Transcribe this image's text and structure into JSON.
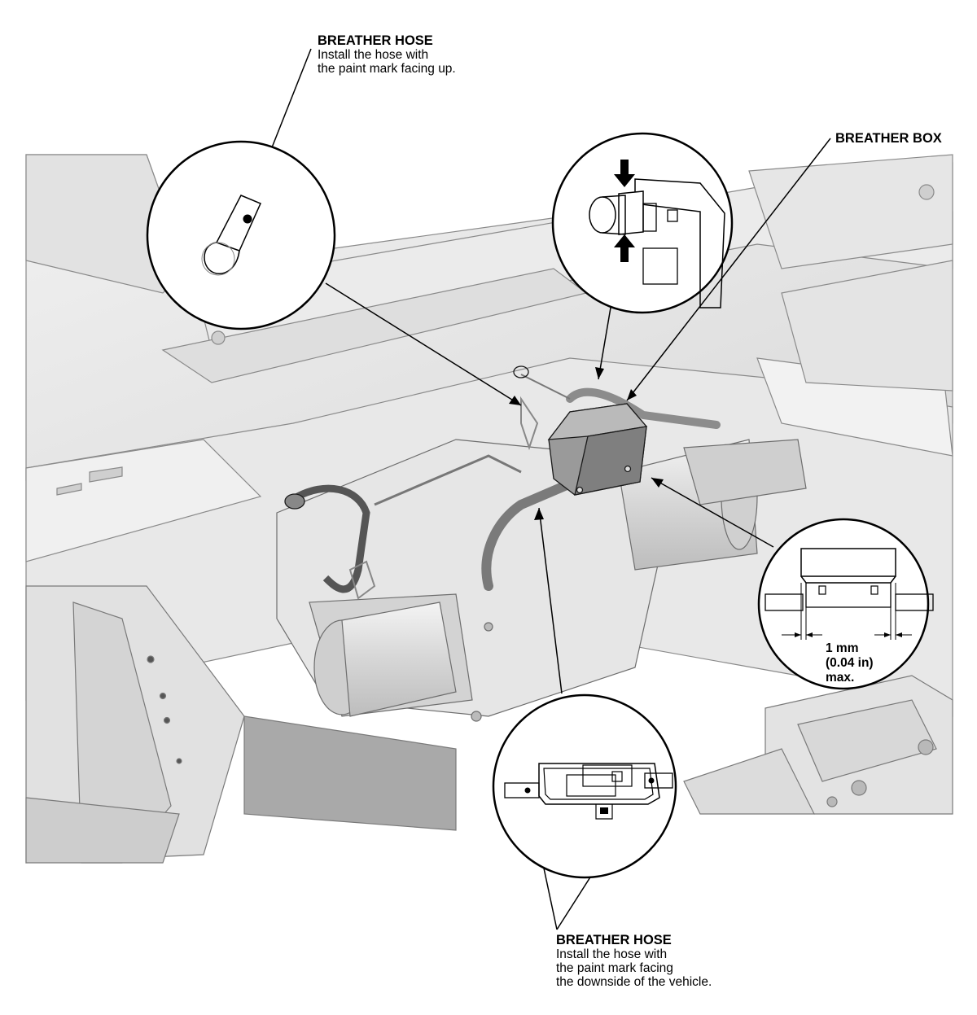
{
  "callouts": {
    "top_hose": {
      "title": "BREATHER HOSE",
      "line1": "Install the hose with",
      "line2": "the paint mark facing up."
    },
    "breather_box": {
      "title": "BREATHER BOX"
    },
    "bottom_hose": {
      "title": "BREATHER HOSE",
      "line1": "Install the hose with",
      "line2": "the paint mark facing",
      "line3": "the downside of the vehicle."
    },
    "clearance": {
      "line1": "1 mm",
      "line2": "(0.04 in)",
      "line3": "max."
    }
  },
  "colors": {
    "frame_fill": "#e9e9e9",
    "frame_shade": "#c8c8c8",
    "dark_part": "#8f8f8f",
    "outline": "#1a1a1a",
    "leader": "#000000"
  }
}
